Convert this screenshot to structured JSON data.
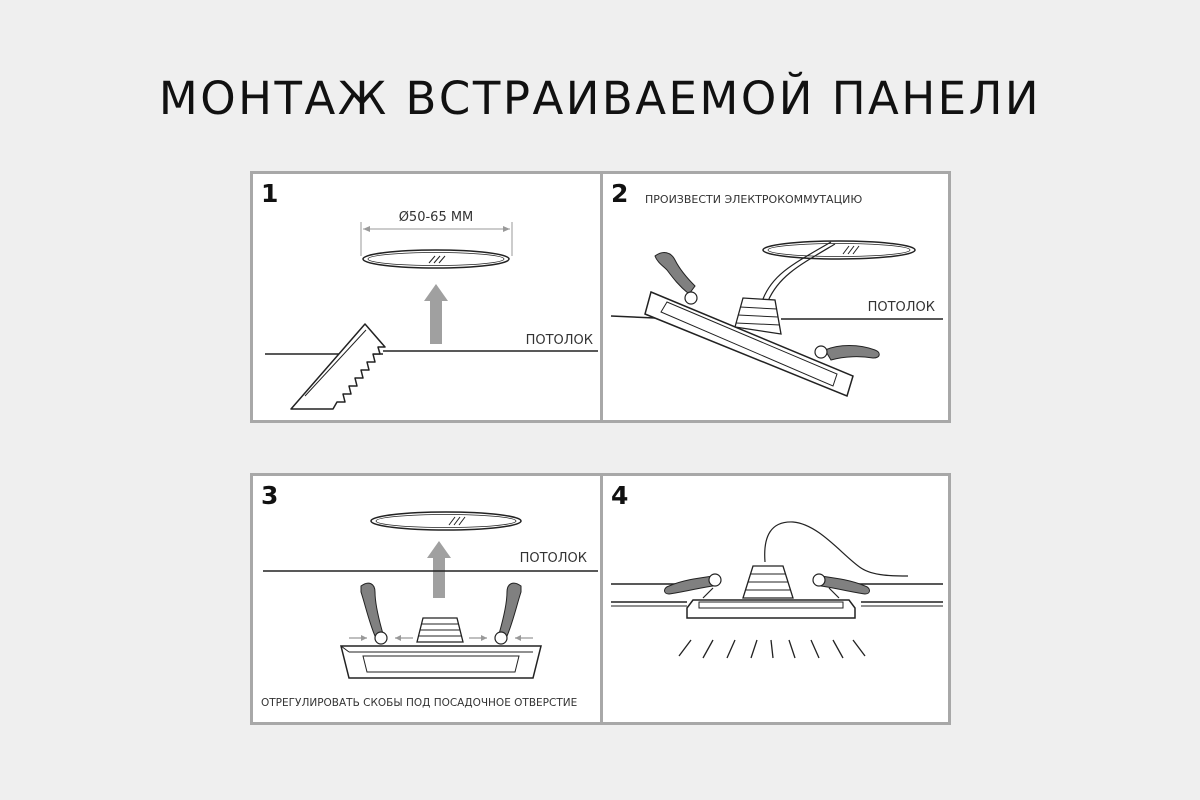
{
  "title": "МОНТАЖ ВСТРАИВАЕМОЙ ПАНЕЛИ",
  "steps": [
    {
      "number": "1",
      "dimension": "Ø50-65 MM",
      "ceiling_label": "ПОТОЛОК"
    },
    {
      "number": "2",
      "caption": "ПРОИЗВЕСТИ ЭЛЕКТРОКОММУТАЦИЮ",
      "ceiling_label": "ПОТОЛОК"
    },
    {
      "number": "3",
      "caption": "ОТРЕГУЛИРОВАТЬ СКОБЫ ПОД ПОСАДОЧНОЕ ОТВЕРСТИЕ",
      "ceiling_label": "ПОТОЛОК"
    },
    {
      "number": "4"
    }
  ],
  "colors": {
    "background": "#efefef",
    "panel_border": "#a8a8a8",
    "arrow": "#a0a0a0",
    "line": "#222222"
  }
}
